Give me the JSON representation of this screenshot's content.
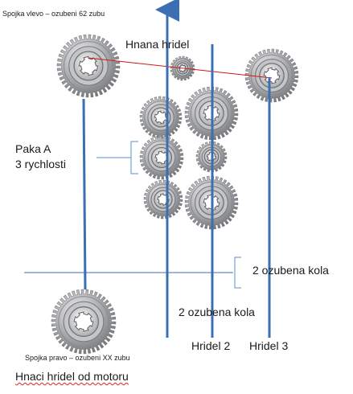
{
  "labels": {
    "clutch_left": "Spojka vlevo – ozubeni 62 zubu",
    "driven_shaft": "Hnana hridel",
    "lever_line1": "Paka A",
    "lever_line2": "3 rychlosti",
    "gears_pair_right": "2 ozubena kola",
    "gears_pair_bottom": "2 ozubena kola",
    "clutch_right": "Spojka pravo – ozubeni XX zubu",
    "drive_shaft_motor": "Hnaci hridel od motoru",
    "shaft_2": "Hridel 2",
    "shaft_3": "Hridel 3"
  },
  "colors": {
    "shaft_blue": "#3a6fb3",
    "arrow_blue": "#3a6fb3",
    "bracket_blue": "#5b8fcf",
    "connector_red": "#d01818",
    "gear_metal": "#a9aaad",
    "gear_dark": "#6f7074"
  }
}
